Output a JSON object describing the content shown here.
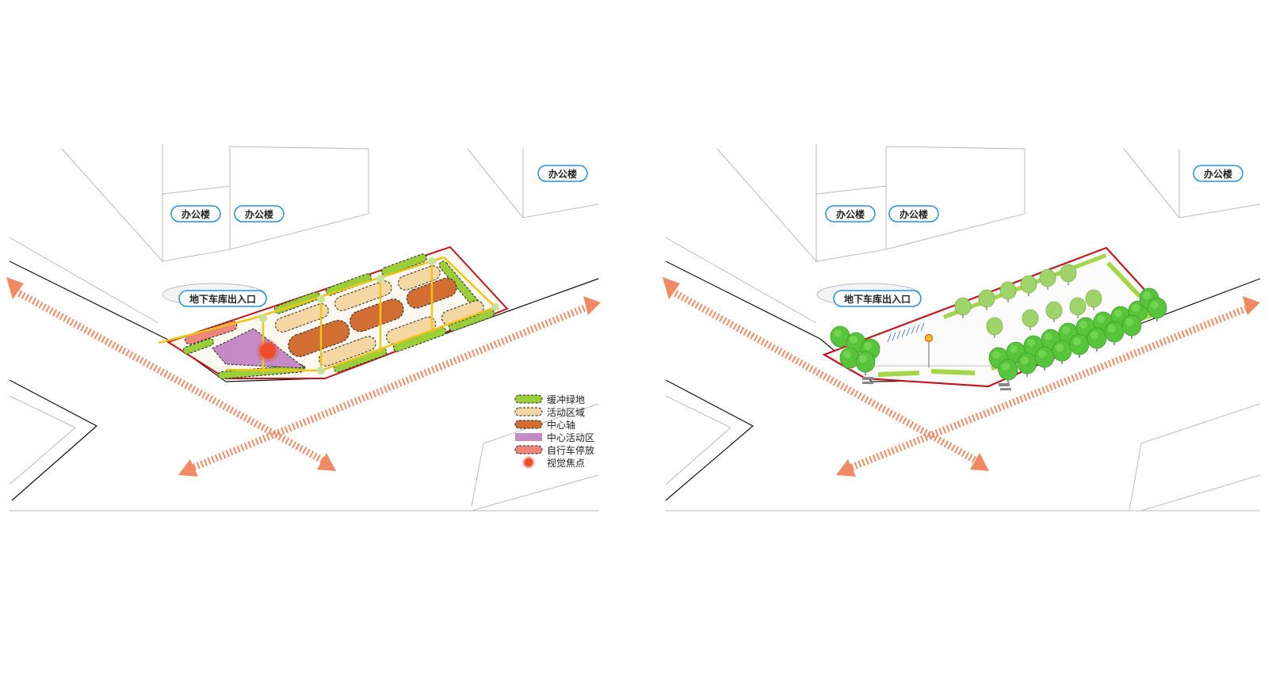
{
  "labels": {
    "office": "办公楼",
    "garage": "地下车库出入口"
  },
  "legend": [
    {
      "id": "buffer",
      "label": "缓冲绿地",
      "icon": "dashed-green-pill",
      "color": "#9bcf3a"
    },
    {
      "id": "activity",
      "label": "活动区域",
      "icon": "dashed-tan-pill",
      "color": "#f5d7a3"
    },
    {
      "id": "axis",
      "label": "中心轴",
      "icon": "dashed-orange-pill",
      "color": "#d26e31"
    },
    {
      "id": "center",
      "label": "中心活动区",
      "icon": "purple-bar",
      "color": "#c58bc4"
    },
    {
      "id": "bike",
      "label": "自行车停放",
      "icon": "dashed-pink-pill",
      "color": "#f0857a"
    },
    {
      "id": "focus",
      "label": "视觉焦点",
      "icon": "red-dot",
      "color": "#ee4b2b"
    }
  ],
  "colors": {
    "site_outline": "#c4161c",
    "flow_arrow": "#f08a64",
    "path_line": "#f0c419",
    "label_border": "#2a8fd6",
    "tree": "#58c43b",
    "building_line": "#bbbbbb",
    "road_line": "#111111"
  }
}
